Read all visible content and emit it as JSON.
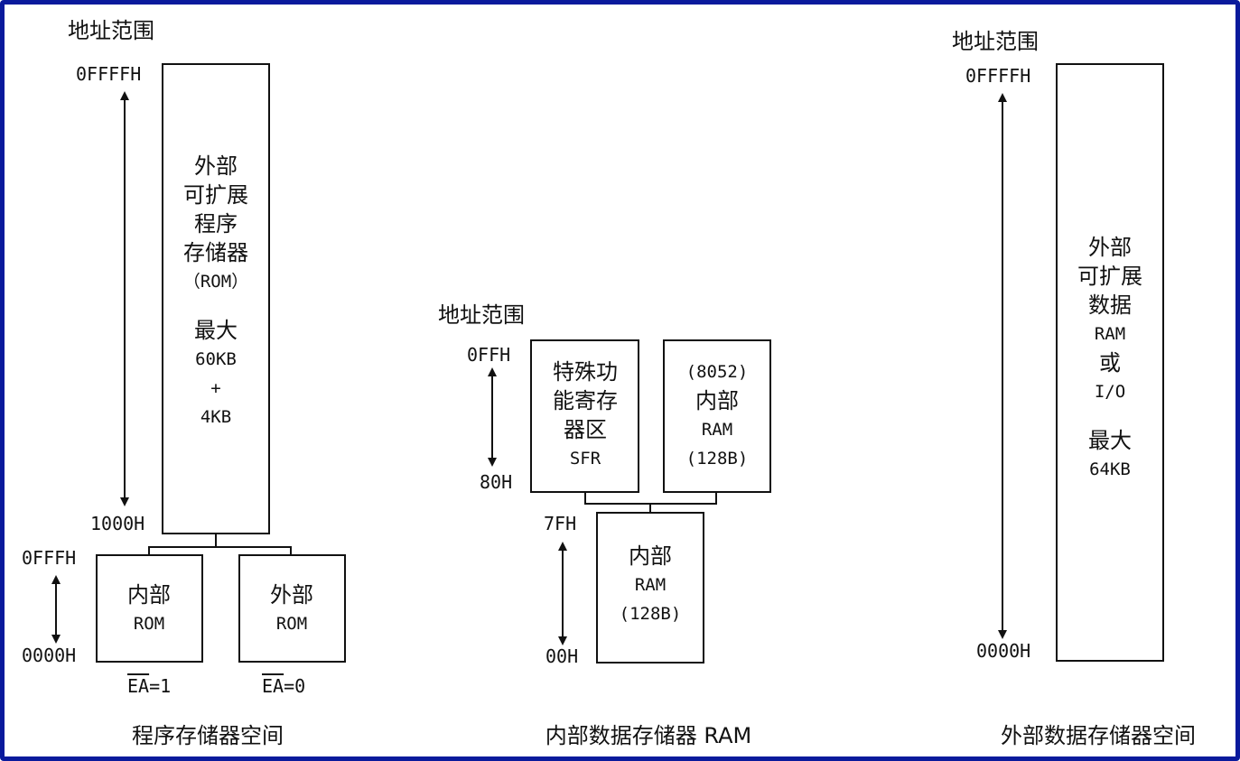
{
  "program_memory": {
    "addr_heading": "地址范围",
    "addr_top": "0FFFFH",
    "addr_split": "1000H",
    "addr_low_top": "0FFFH",
    "addr_low_bottom": "0000H",
    "external_box_lines": [
      "外部",
      "可扩展",
      "程序",
      "存储器",
      "（ROM）",
      "",
      "最大",
      "60KB",
      "+",
      "4KB"
    ],
    "internal_rom_lines": [
      "内部",
      "ROM"
    ],
    "external_rom_lines": [
      "外部",
      "ROM"
    ],
    "ea1_name": "EA",
    "ea1_suffix": "=1",
    "ea0_name": "EA",
    "ea0_suffix": "=0",
    "caption": "程序存储器空间"
  },
  "internal_data_memory": {
    "addr_heading": "地址范围",
    "addr_top": "0FFH",
    "addr_80": "80H",
    "addr_7f": "7FH",
    "addr_00": "00H",
    "sfr_lines": [
      "特殊功",
      "能寄存",
      "器区",
      "SFR"
    ],
    "ram8052_lines": [
      "(8052)",
      "内部",
      "RAM",
      "(128B)"
    ],
    "lower_ram_lines": [
      "内部",
      "RAM",
      "(128B)"
    ],
    "caption": "内部数据存储器 RAM"
  },
  "external_data_memory": {
    "addr_heading": "地址范围",
    "addr_top": "0FFFFH",
    "addr_bottom": "0000H",
    "box_lines": [
      "外部",
      "可扩展",
      "数据",
      "RAM",
      "或",
      "I/O",
      "",
      "最大",
      "64KB"
    ],
    "caption": "外部数据存储器空间"
  },
  "colors": {
    "frame": "#0a1a9c",
    "line": "#111111"
  }
}
